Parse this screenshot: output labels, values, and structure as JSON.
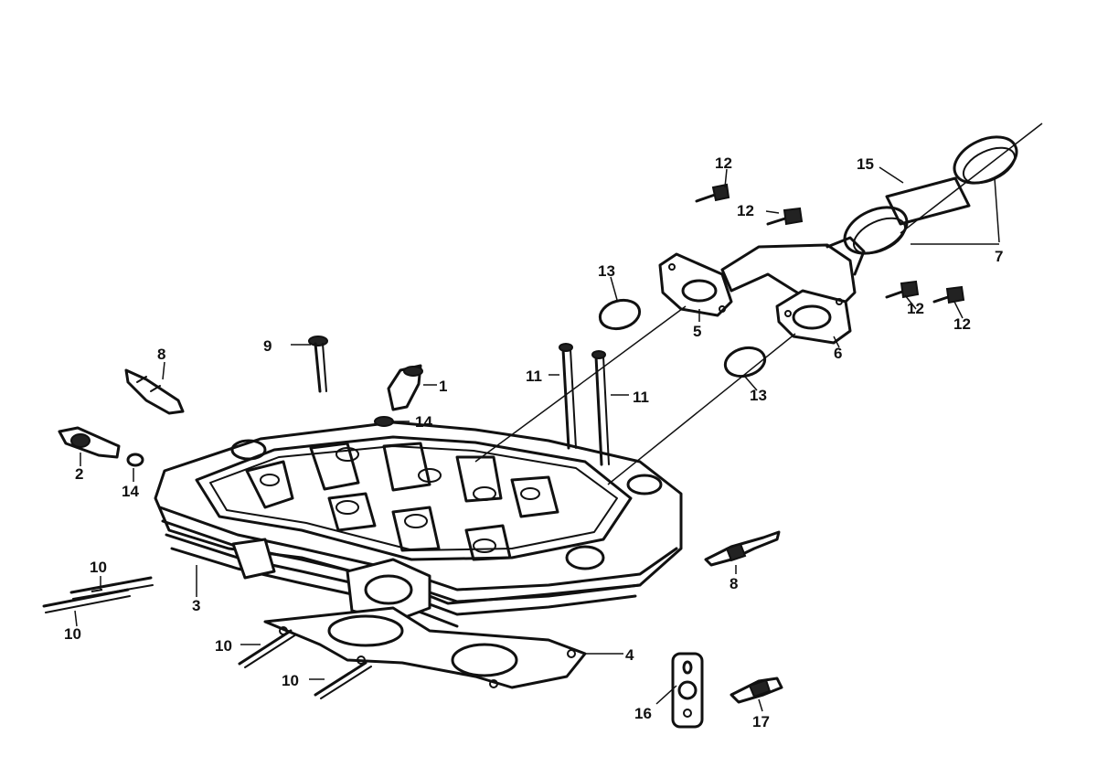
{
  "callouts": [
    {
      "key": "c1",
      "text": "1"
    },
    {
      "key": "c2",
      "text": "2"
    },
    {
      "key": "c3",
      "text": "3"
    },
    {
      "key": "c4",
      "text": "4"
    },
    {
      "key": "c5",
      "text": "5"
    },
    {
      "key": "c6",
      "text": "6"
    },
    {
      "key": "c7",
      "text": "7"
    },
    {
      "key": "c8a",
      "text": "8"
    },
    {
      "key": "c8b",
      "text": "8"
    },
    {
      "key": "c9",
      "text": "9"
    },
    {
      "key": "c10a",
      "text": "10"
    },
    {
      "key": "c10b",
      "text": "10"
    },
    {
      "key": "c10c",
      "text": "10"
    },
    {
      "key": "c10d",
      "text": "10"
    },
    {
      "key": "c11a",
      "text": "11"
    },
    {
      "key": "c11b",
      "text": "11"
    },
    {
      "key": "c12a",
      "text": "12"
    },
    {
      "key": "c12b",
      "text": "12"
    },
    {
      "key": "c12c",
      "text": "12"
    },
    {
      "key": "c12d",
      "text": "12"
    },
    {
      "key": "c13a",
      "text": "13"
    },
    {
      "key": "c13b",
      "text": "13"
    },
    {
      "key": "c14a",
      "text": "14"
    },
    {
      "key": "c14b",
      "text": "14"
    },
    {
      "key": "c15",
      "text": "15"
    },
    {
      "key": "c16",
      "text": "16"
    },
    {
      "key": "c17",
      "text": "17"
    }
  ]
}
